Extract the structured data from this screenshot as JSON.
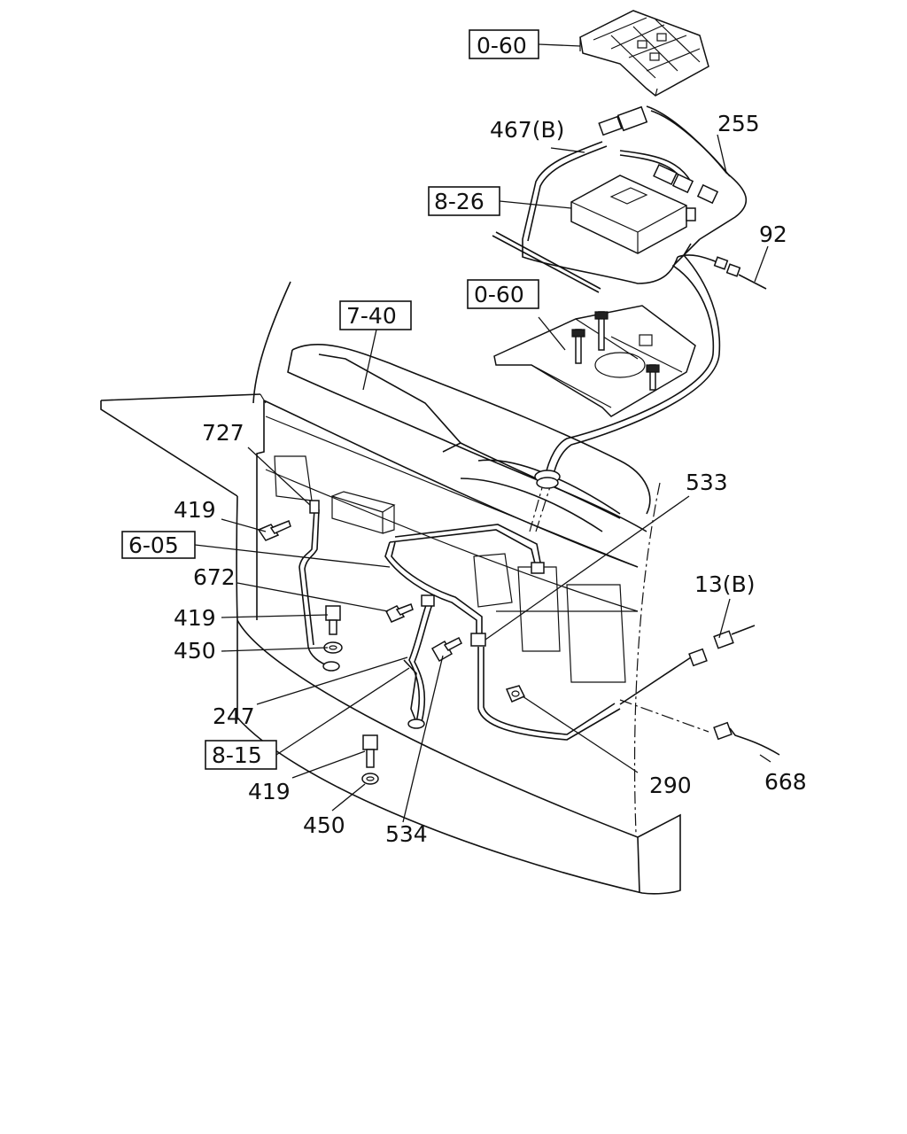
{
  "labels": {
    "ref_0_60_top": "0-60",
    "p467b": "467(B)",
    "p255": "255",
    "ref_8_26": "8-26",
    "p92": "92",
    "ref_0_60_mid": "0-60",
    "ref_7_40": "7-40",
    "p727": "727",
    "p533": "533",
    "p419_a": "419",
    "ref_6_05": "6-05",
    "p672": "672",
    "p13b": "13(B)",
    "p419_b": "419",
    "p450_a": "450",
    "p247": "247",
    "ref_8_15": "8-15",
    "p290": "290",
    "p668": "668",
    "p419_c": "419",
    "p450_b": "450",
    "p534": "534"
  }
}
